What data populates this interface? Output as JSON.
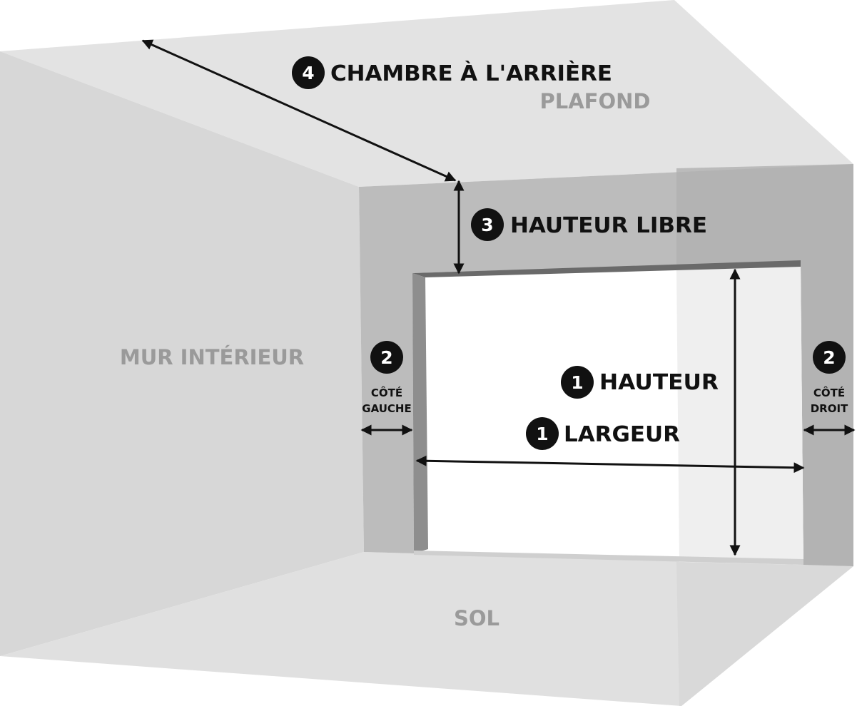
{
  "surfaces": {
    "ceiling": "PLAFOND",
    "interior_wall": "MUR INTÉRIEUR",
    "floor": "SOL"
  },
  "measurements": {
    "height": {
      "number": "1",
      "label": "HAUTEUR"
    },
    "width": {
      "number": "1",
      "label": "LARGEUR"
    },
    "left_side": {
      "number": "2",
      "label_line1": "CÔTÉ",
      "label_line2": "GAUCHE"
    },
    "right_side": {
      "number": "2",
      "label_line1": "CÔTÉ",
      "label_line2": "DROIT"
    },
    "headroom": {
      "number": "3",
      "label": "HAUTEUR LIBRE"
    },
    "back_room": {
      "number": "4",
      "label": "CHAMBRE À L'ARRIÈRE"
    }
  },
  "colors": {
    "ceiling": "#e3e3e3",
    "left_wall": "#d7d7d7",
    "floor": "#e0e0e0",
    "front_wall": "#bcbcbc",
    "front_wall_overlay": "#b0b0b0",
    "lintel_edge": "#6a6a6a",
    "jamb_shadow": "#8e8e8e",
    "opening": "#ffffff",
    "arrow": "#111111"
  }
}
